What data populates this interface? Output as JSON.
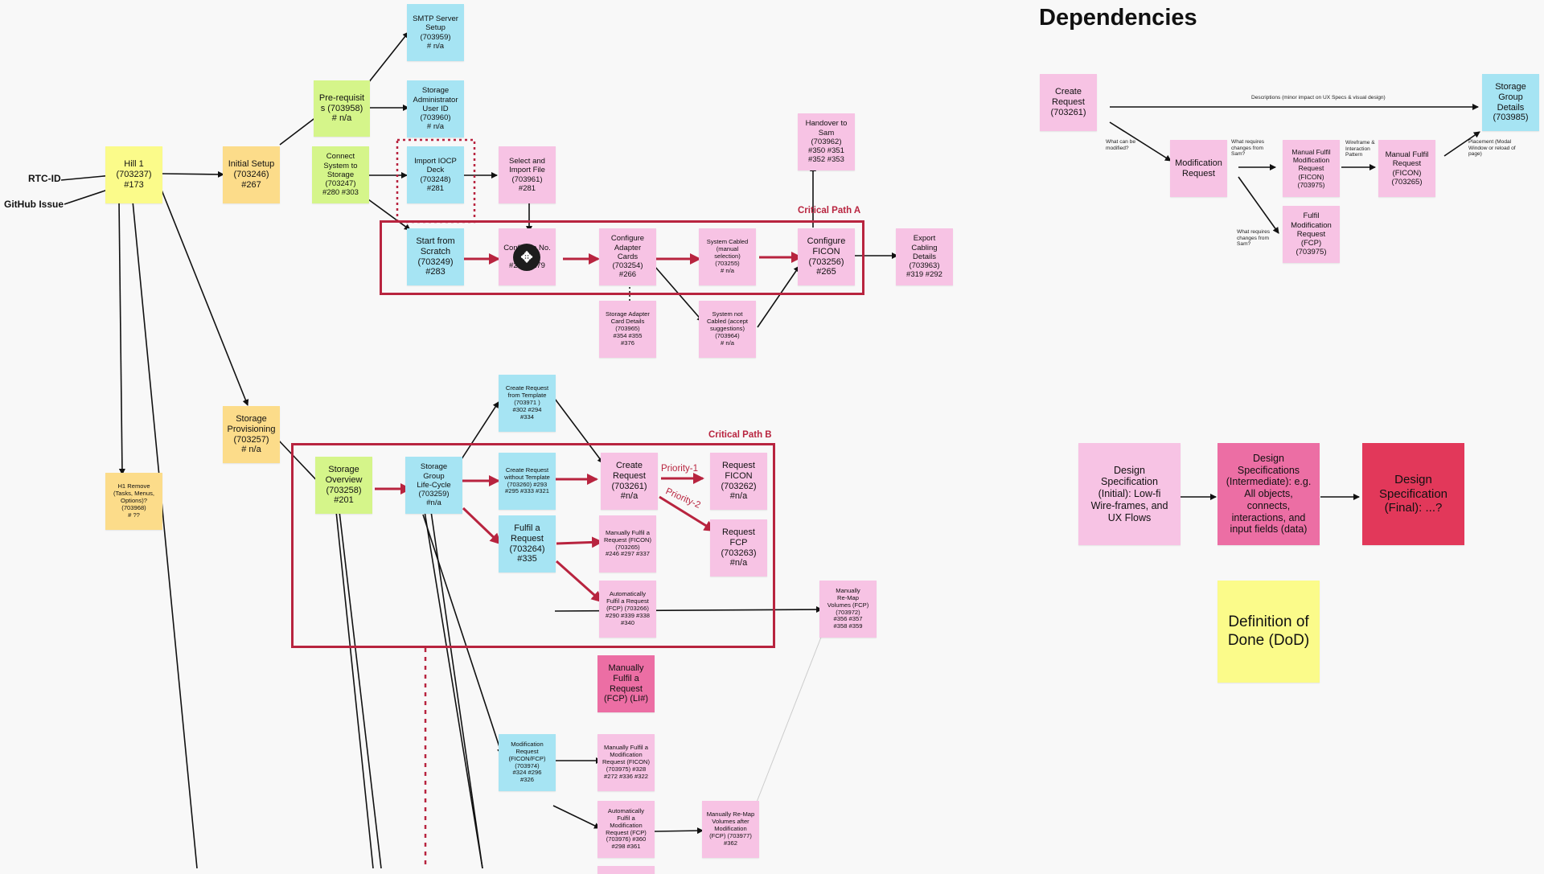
{
  "labels": {
    "rtc_id": "RTC-ID",
    "github_issue": "GitHub Issue",
    "dependencies_title": "Dependencies",
    "critical_path_a": "Critical Path A",
    "critical_path_b": "Critical Path B",
    "priority_1": "Priority-1",
    "priority_2": "Priority-2"
  },
  "notes": {
    "hill1": "Hill 1\n(703237)\n#173",
    "initial_setup": "Initial Setup\n(703246)\n#267",
    "prereq": "Pre-requisit\ns (703958)\n# n/a",
    "smtp": "SMTP Server\nSetup\n(703959)\n# n/a",
    "storage_admin": "Storage\nAdministrator\nUser ID\n(703960)\n# n/a",
    "connect_system": "Connect\nSystem to\nStorage\n(703247)\n#280 #303",
    "import_iocp": "Import IOCP\nDeck\n(703248)\n#281",
    "select_import": "Select and\nImport File\n(703961)\n#281",
    "handover": "Handover to\nSam\n(703962)\n#350 #351\n#352 #353",
    "start_scratch": "Start from\nScratch\n(703249)\n#283",
    "configure_no": "Configure No.\nof Ports\n#284 #279",
    "configure_adapter": "Configure\nAdapter\nCards\n(703254)\n#266",
    "system_cabled_manual": "System Cabled\n(manual\nselection)\n(703255)\n# n/a",
    "configure_ficon": "Configure\nFICON\n(703256)\n#265",
    "export_cabling": "Export\nCabling\nDetails\n(703963)\n#319 #292",
    "storage_adapter_card": "Storage Adapter\nCard Details\n(703965)\n#354 #355\n#376",
    "system_not_cabled": "System not\nCabled (accept\nsuggestions)\n(703964)\n# n/a",
    "h1_remove": "H1 Remove\n(Tasks, Menus,\nOptions)?\n(703968)\n# ??",
    "storage_provisioning": "Storage\nProvisioning\n(703257)\n# n/a",
    "create_from_template": "Create Request\nfrom Template\n(703971 )\n#302 #294\n#334",
    "storage_overview": "Storage\nOverview\n(703258)\n#201",
    "storage_group_lifecycle": "Storage\nGroup\nLife-Cycle\n(703259)\n#n/a",
    "create_without_template": "Create Request\nwithout Template\n(703260) #293\n#295 #333 #321",
    "create_request": "Create\nRequest\n(703261)\n#n/a",
    "request_ficon": "Request\nFICON\n(703262)\n#n/a",
    "request_fcp": "Request\nFCP\n(703263)\n#n/a",
    "fulfil_request": "Fulfil a\nRequest\n(703264)\n#335",
    "manually_fulfil_ficon": "Manually Fulfil a\nRequest (FICON)\n(703265)\n#246 #297 #337",
    "auto_fulfil_fcp": "Automatically\nFulfil a Request\n(FCP) (703266)\n#290 #339 #338\n#340",
    "manually_remap": "Manually\nRe-Map\nVolumes (FCP)\n(703972)\n#356 #357\n#358 #359",
    "manually_fulfil_fcp": "Manually\nFulfil a\nRequest\n(FCP) (LI#)",
    "modification_request": "Modification\nRequest\n(FICON/FCP)\n(703974)\n#324 #296\n#326",
    "manually_fulfil_mod_ficon": "Manually Fulfil a\nModification\nRequest (FICON)\n(703975) #328\n#272 #336 #322",
    "auto_fulfil_mod_fcp": "Automatically\nFulfil a\nModification\nRequest (FCP)\n(703976) #360\n#298 #361",
    "manually_remap_after_mod": "Manually Re-Map\nVolumes after\nModification\n(FCP) (703977)\n#362",
    "dep_create_request": "Create\nRequest\n(703261)",
    "dep_storage_group": "Storage\nGroup\nDetails\n(703985)",
    "dep_modification": "Modification\nRequest",
    "dep_manual_fulfil_mod": "Manual Fulfil\nModification\nRequest\n(FICON)\n(703975)",
    "dep_manual_fulfil_req": "Manual Fulfil\nRequest\n(FICON)\n(703265)",
    "dep_fulfil_fcp": "Fulfil\nModification\nRequest\n(FCP)\n(703975)",
    "spec_initial": "Design\nSpecification\n(Initial): Low-fi\nWire-frames, and\nUX Flows",
    "spec_intermediate": "Design\nSpecifications\n(Intermediate): e.g.\nAll objects,\nconnects,\ninteractions, and\ninput fields (data)",
    "spec_final": "Design\nSpecification\n(Final): ...?",
    "dod": "Definition of\nDone (DoD)"
  },
  "edge_labels": {
    "descriptions": "Descriptions (minor impact on UX Specs & visual design)",
    "what_can_be_modified": "What can be\nmodified?",
    "what_requires_changes_1": "What requires\nchanges from\nSam?",
    "what_requires_changes_2": "What requires\nchanges from\nSam?",
    "wireframe_pattern": "Wireframe &\nInteraction\nPattern",
    "placement": "Placement (Modal\nWindow or reload of\npage)"
  },
  "colors": {
    "yellow": "#fbfb8a",
    "orange": "#fcdc8a",
    "green": "#d5f58a",
    "blue": "#a6e4f3",
    "pink": "#f7c3e4",
    "critical": "#b8243f"
  },
  "icons": {
    "cursor": "move-cursor-icon"
  }
}
